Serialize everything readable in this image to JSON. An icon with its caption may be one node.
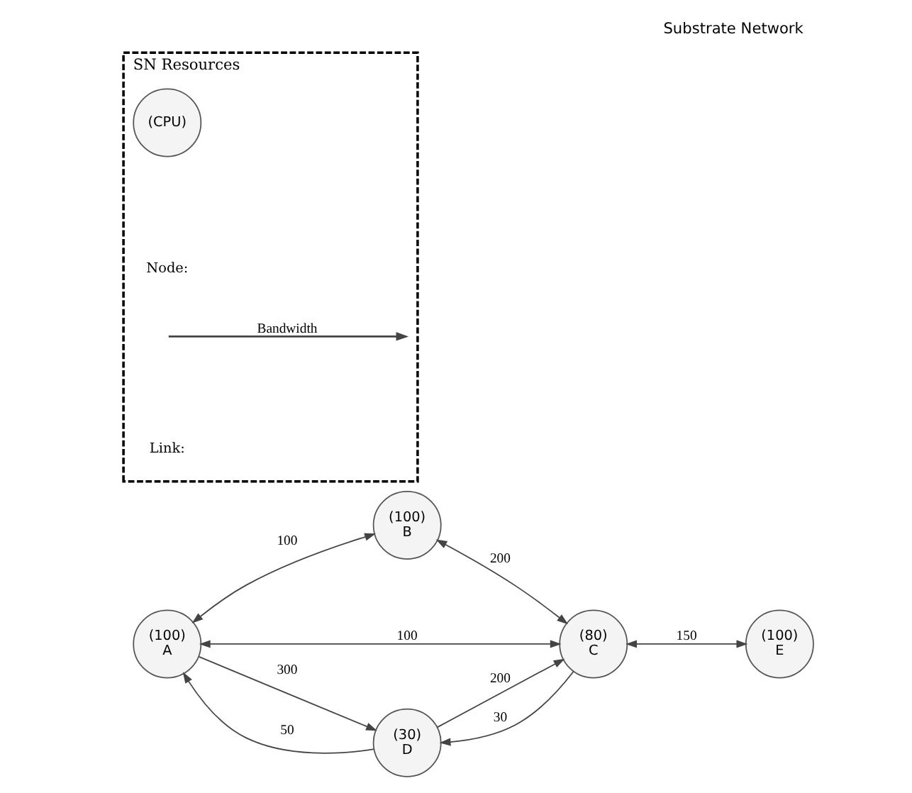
{
  "diagram": {
    "title": "Substrate Network",
    "nodes": [
      {
        "text": [
          "(100)",
          "A"
        ]
      },
      {
        "text": [
          "(100)",
          "B"
        ]
      },
      {
        "text": [
          "(80)",
          "C"
        ]
      },
      {
        "text": [
          "(30)",
          "D"
        ]
      },
      {
        "text": [
          "(100)",
          "E"
        ]
      },
      {
        "text": [
          "SN Resources"
        ]
      },
      {
        "text": [
          "(CPU)"
        ],
        "in": 5
      }
    ],
    "edges": [
      {
        "from": 0,
        "to": 1,
        "arrow": "both",
        "label": "100"
      },
      {
        "from": 1,
        "to": 2,
        "arrow": "both",
        "label": "200"
      },
      {
        "from": 0,
        "to": 2,
        "arrow": "both",
        "label": "100"
      },
      {
        "from": 3,
        "to": 0,
        "arrow": "to",
        "label": "50"
      },
      {
        "from": 0,
        "to": 3,
        "arrow": "to",
        "label": "300"
      },
      {
        "from": 3,
        "to": 2,
        "arrow": "to",
        "label": "200"
      },
      {
        "from": 2,
        "to": 3,
        "arrow": "to",
        "label": "30"
      },
      {
        "from": 2,
        "to": 4,
        "arrow": "both",
        "label": "150"
      }
    ],
    "labels": [
      "Node:",
      "Link:"
    ],
    "legend": [
      {
        "text": "Bandwidth"
      }
    ]
  }
}
